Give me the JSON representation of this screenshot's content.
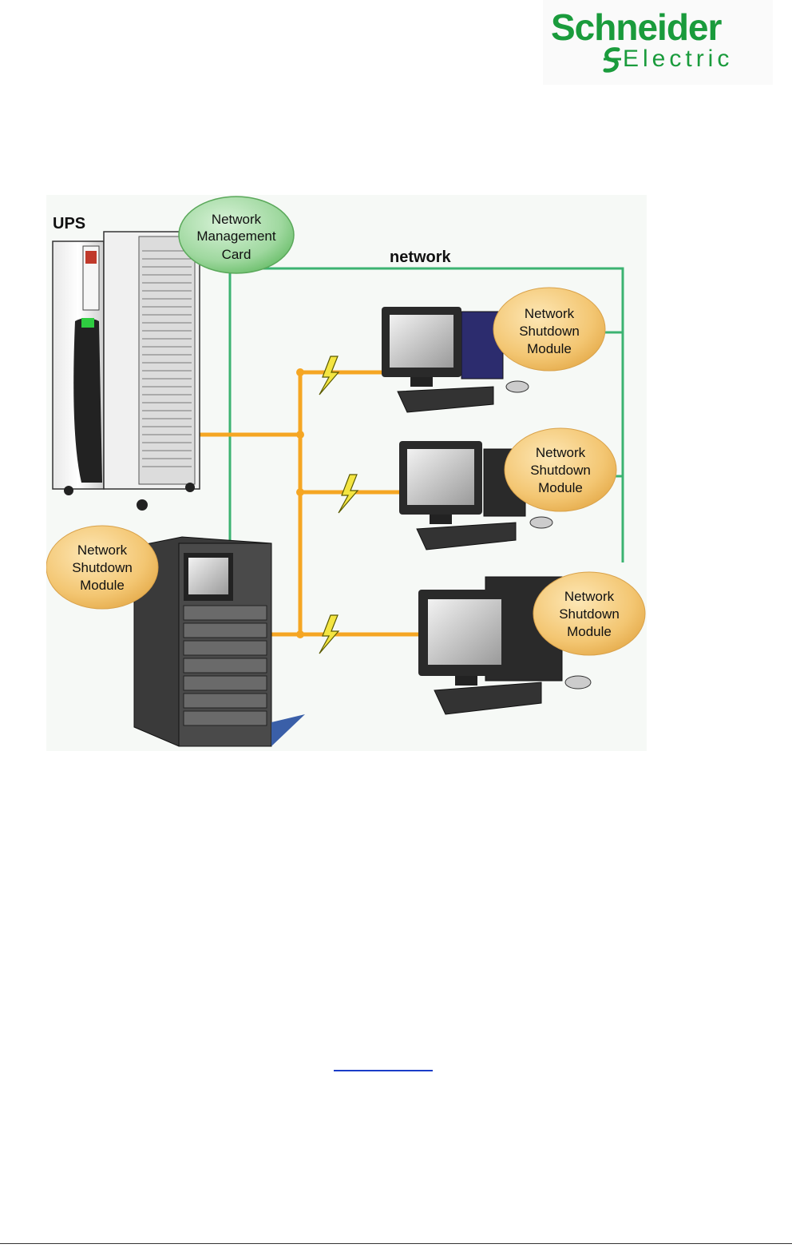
{
  "logo": {
    "line1": "Schneider",
    "line2": "Electric",
    "brand_color": "#1a9b3c",
    "icon": "schneider-electric-logo-icon"
  },
  "diagram": {
    "ups_label": "UPS",
    "network_label": "network",
    "nmc_bubble": [
      "Network",
      "Management",
      "Card"
    ],
    "nsm_bubble": [
      "Network",
      "Shutdown",
      "Module"
    ],
    "colors": {
      "power_line": "#f5a623",
      "network_line": "#3cb371",
      "nmc_bubble": "#8fd08f",
      "nsm_bubble": "#f3c672",
      "lightning": "#f4e542"
    }
  },
  "link": {
    "text": ""
  }
}
